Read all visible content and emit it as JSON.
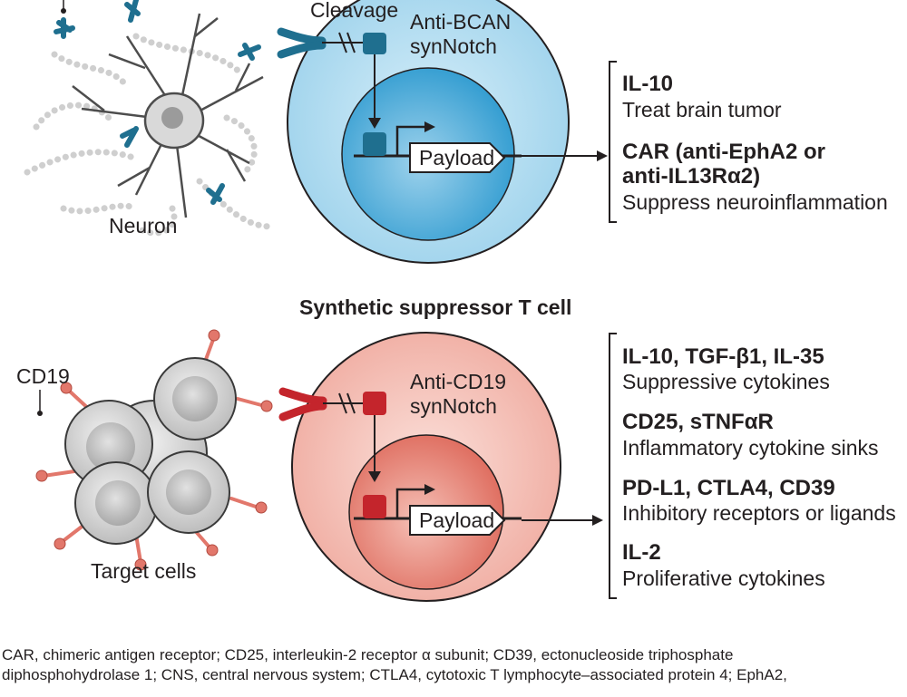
{
  "top_panel": {
    "cleavage_label": "Cleavage",
    "receptor_label_line1": "Anti-BCAN",
    "receptor_label_line2": "synNotch",
    "payload_label": "Payload",
    "source_cell_label": "Neuron",
    "outputs": [
      {
        "head": "IL-10",
        "desc": "Treat brain tumor"
      },
      {
        "head": "CAR (anti-EphA2 or",
        "head2": "anti-IL13Rα2)",
        "desc": "Suppress neuroinflammation"
      }
    ]
  },
  "bottom_panel": {
    "title": "Synthetic suppressor T cell",
    "receptor_label_line1": "Anti-CD19",
    "receptor_label_line2": "synNotch",
    "payload_label": "Payload",
    "antigen_label": "CD19",
    "source_cell_label": "Target cells",
    "outputs": [
      {
        "head": "IL-10, TGF-β1, IL-35",
        "desc": "Suppressive cytokines"
      },
      {
        "head": "CD25, sTNFαR",
        "desc": "Inflammatory cytokine sinks"
      },
      {
        "head": "PD-L1, CTLA4, CD39",
        "desc": "Inhibitory receptors or ligands"
      },
      {
        "head": "IL-2",
        "desc": "Proliferative cytokines"
      }
    ]
  },
  "footer": {
    "line1": "CAR, chimeric antigen receptor; CD25, interleukin-2 receptor α subunit; CD39, ectonucleoside triphosphate",
    "line2": "diphosphohydrolase 1; CNS, central nervous system; CTLA4, cytotoxic T lymphocyte–associated protein 4; EphA2,"
  },
  "colors": {
    "blue_cell": "#a9d8ee",
    "blue_nucleus": "#4aaad6",
    "blue_receptor": "#1f6f8f",
    "red_cell": "#f2b6ad",
    "red_nucleus": "#e2776b",
    "red_receptor": "#c4252c",
    "target_cell": "#c9c9c9",
    "pin": "#e2776b"
  }
}
